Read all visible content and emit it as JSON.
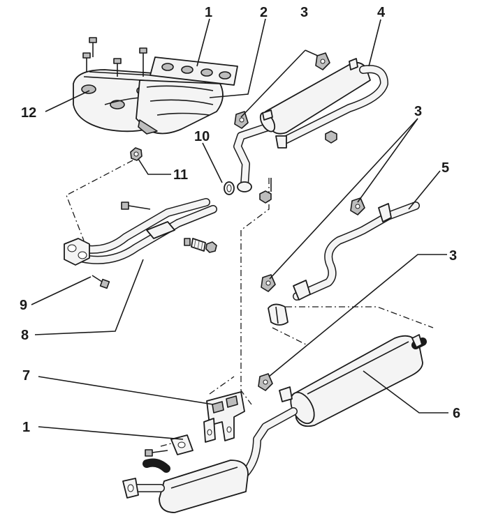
{
  "callouts": [
    {
      "id": "1"
    },
    {
      "id": "2"
    },
    {
      "id": "3"
    },
    {
      "id": "4"
    },
    {
      "id": "3"
    },
    {
      "id": "5"
    },
    {
      "id": "3"
    },
    {
      "id": "6"
    },
    {
      "id": "7"
    },
    {
      "id": "1"
    },
    {
      "id": "8"
    },
    {
      "id": "9"
    },
    {
      "id": "10"
    },
    {
      "id": "11"
    },
    {
      "id": "12"
    }
  ],
  "colors": {
    "ink": "#1a1a1a",
    "fill": "#f4f4f4",
    "shade": "#bdbdbd",
    "background": "#ffffff"
  }
}
